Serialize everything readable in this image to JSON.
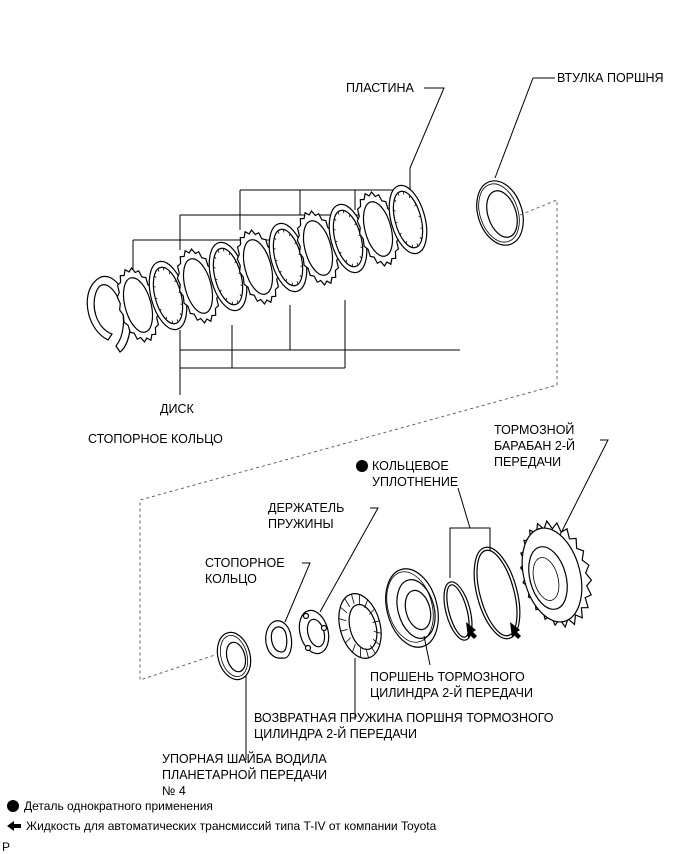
{
  "labels": {
    "plate": "ПЛАСТИНА",
    "piston_sleeve": "ВТУЛКА ПОРШНЯ",
    "disc": "ДИСК",
    "snap_ring_top": "СТОПОРНОЕ КОЛЬЦО",
    "brake_drum": [
      "ТОРМОЗНОЙ",
      "БАРАБАН 2-Й",
      "ПЕРЕДАЧИ"
    ],
    "o_ring": [
      "КОЛЬЦЕВОЕ",
      "УПЛОТНЕНИЕ"
    ],
    "spring_retainer": [
      "ДЕРЖАТЕЛЬ",
      "ПРУЖИНЫ"
    ],
    "snap_ring_bottom": [
      "СТОПОРНОЕ",
      "КОЛЬЦО"
    ],
    "brake_piston": [
      "ПОРШЕНЬ ТОРМОЗНОГО",
      "ЦИЛИНДРА 2-Й ПЕРЕДАЧИ"
    ],
    "return_spring": [
      "ВОЗВРАТНАЯ ПРУЖИНА ПОРШНЯ ТОРМОЗНОГО",
      "ЦИЛИНДРА 2-Й ПЕРЕДАЧИ"
    ],
    "thrust_washer": [
      "УПОРНАЯ ШАЙБА ВОДИЛА",
      "ПЛАНЕТАРНОЙ ПЕРЕДАЧИ",
      "№ 4"
    ]
  },
  "legend": {
    "non_reusable": "Деталь однократного применения",
    "atf": "Жидкость для автоматических трансмиссий типа T-IV от компании Toyota"
  },
  "corner_mark": "P"
}
